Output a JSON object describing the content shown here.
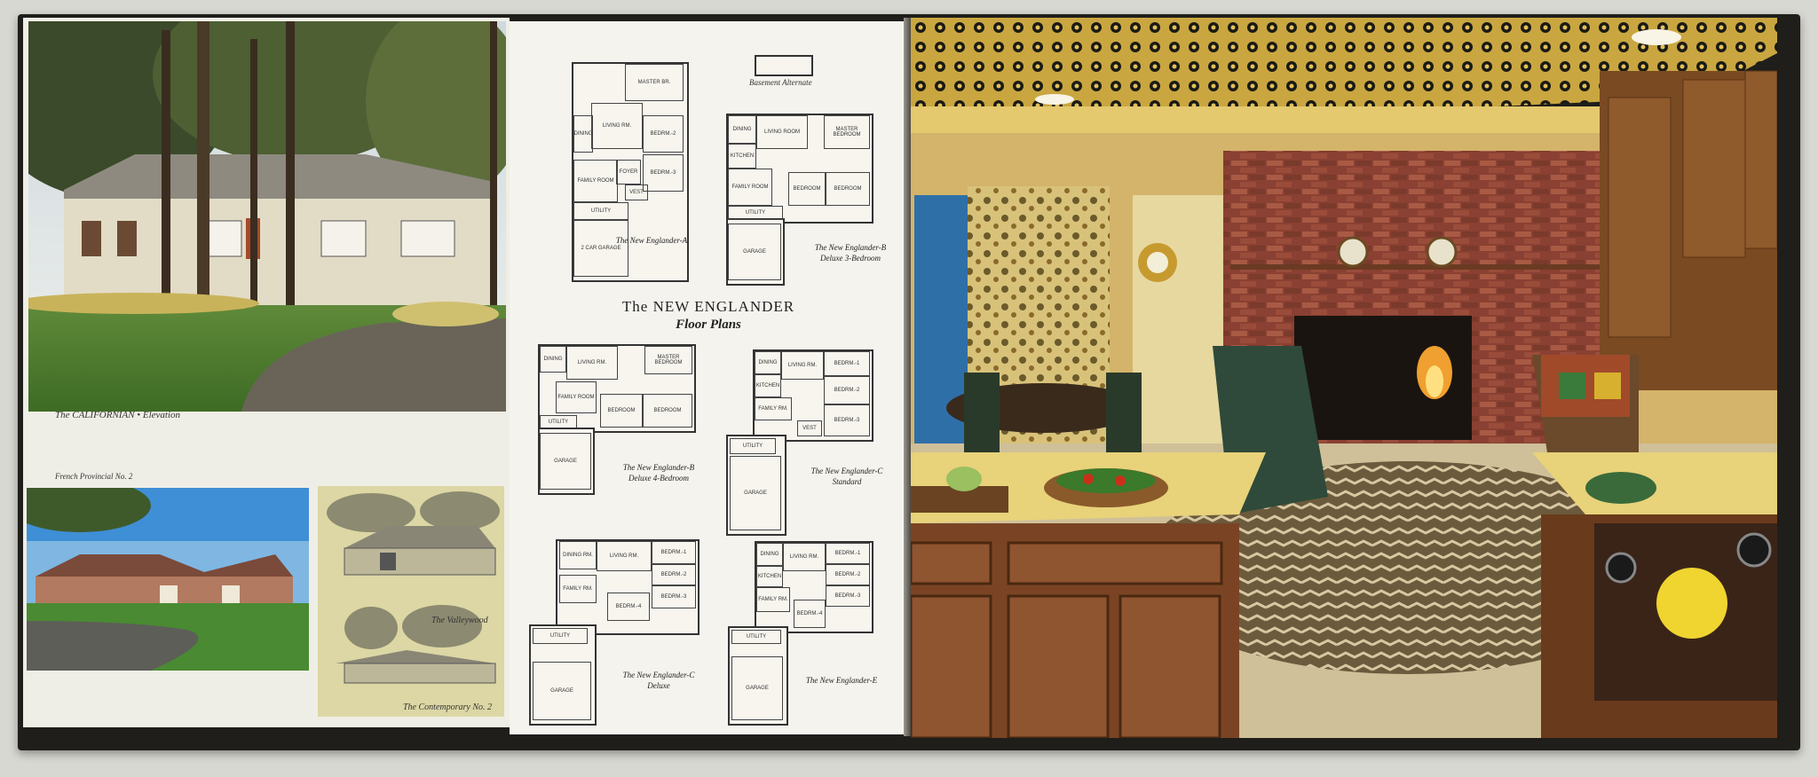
{
  "left_page": {
    "main_photo_caption": "The CALIFORNIAN • Elevation",
    "small_photo_caption": "French Provincial No. 2",
    "sketch_caption_top": "The Valleywood",
    "sketch_caption_bottom": "The Contemporary No. 2"
  },
  "center_page": {
    "heading": "The NEW ENGLANDER",
    "subheading": "Floor Plans",
    "basement_label": "Basement Alternate",
    "plans": [
      {
        "label": "The New Englander-A",
        "rooms": [
          "MASTER BR.",
          "DINING",
          "LIVING RM.",
          "FAMILY ROOM",
          "FOYER",
          "BEDRM.-2",
          "BEDRM.-3",
          "UTILITY",
          "2 CAR GARAGE",
          "VEST"
        ]
      },
      {
        "label": "The New Englander-B Deluxe 3-Bedroom",
        "rooms": [
          "DINING",
          "LIVING ROOM",
          "MASTER BEDROOM",
          "KITCHEN",
          "FAMILY ROOM",
          "BEDROOM",
          "BEDROOM",
          "UTILITY",
          "GARAGE"
        ]
      },
      {
        "label": "The New Englander-B Deluxe 4-Bedroom",
        "rooms": [
          "DINING",
          "LIVING RM.",
          "MASTER BEDROOM",
          "FAMILY ROOM",
          "BEDROOM",
          "BEDROOM",
          "UTILITY",
          "GARAGE"
        ]
      },
      {
        "label": "The New Englander-C Standard",
        "rooms": [
          "DINING",
          "LIVING RM.",
          "BEDRM.-1",
          "KITCHEN",
          "BEDRM.-2",
          "FAMILY RM.",
          "BEDRM.-3",
          "UTILITY",
          "GARAGE",
          "VEST"
        ]
      },
      {
        "label": "The New Englander-C Deluxe",
        "rooms": [
          "DINING RM.",
          "LIVING RM.",
          "BEDRM.-1",
          "FAMILY RM.",
          "BEDRM.-2",
          "BEDRM.-3",
          "BEDRM.-4",
          "UTILITY",
          "GARAGE"
        ]
      },
      {
        "label": "The New Englander-E",
        "rooms": [
          "DINING",
          "LIVING RM.",
          "BEDRM.-1",
          "KITCHEN",
          "FAMILY RM.",
          "BEDRM.-2",
          "BEDRM.-3",
          "BEDRM.-4",
          "UTILITY",
          "GARAGE"
        ]
      }
    ]
  },
  "right_page": {}
}
